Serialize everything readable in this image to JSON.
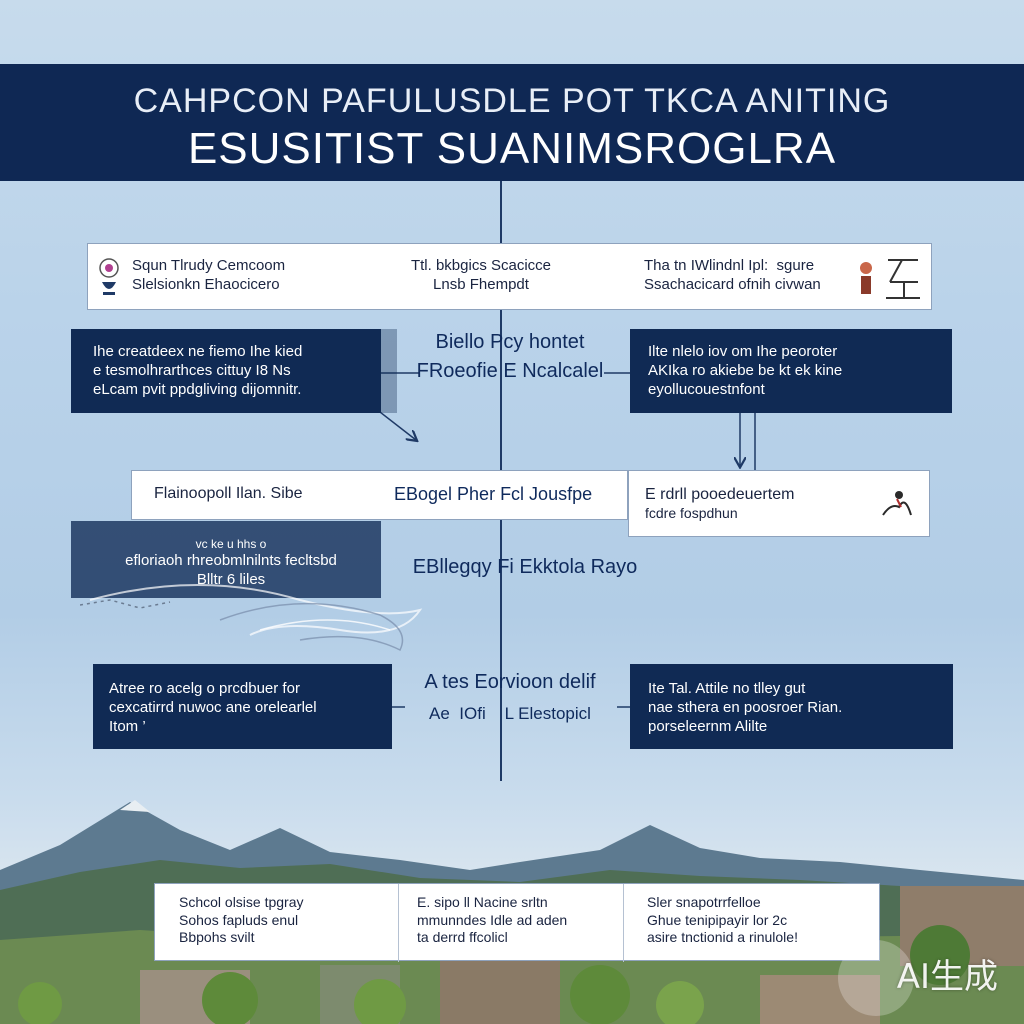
{
  "header": {
    "line1": "CAHPCON PAFULUSDLE POT TKCA ANITING",
    "line2": "ESUSITIST SUANIMSROGLRA"
  },
  "row1": {
    "left": [
      "Squn Tlrudy Cemcoom",
      "Slelsionkn Ehaocicero"
    ],
    "middle": [
      "Ttl. bkbgics Scacicce",
      "Lnsb Fhempdt"
    ],
    "right": [
      "Tha tn IWlindnl Ipl:  sgure",
      "Ssachacicard ofnih civwan"
    ]
  },
  "row2": {
    "left": [
      "Ihe creatdeex ne fiemo Ihe kied",
      "e tesmolhrarthces cittuy I8 Ns",
      "eLcam pvit ppdgliving dijomnitr."
    ],
    "center": [
      "Biello Pcy hontet",
      "FRoeofie E Ncalcalel"
    ],
    "right": [
      "Ilte nlelo iov om Ihe peoroter",
      "AKIka ro akiebe be kt ek kine",
      "eyollucouestnfont"
    ]
  },
  "row3": {
    "left": "Flainoopoll Ilan. Sibe",
    "center": "EBogel Pher  Fcl Jousfpe",
    "right": [
      "E rdrll pooedeuertem",
      "fcdre fospdhun"
    ]
  },
  "row4": {
    "left": [
      "vc ke u  hhs o",
      "efloriaoh rhreobmlnilnts fecltsbd",
      "Blltr 6 liles"
    ],
    "center": "EBllegqy Fi Ekktola Rayo"
  },
  "row5": {
    "left": [
      "Atree ro acelg o prcdbuer for",
      "cexcatirrd nuwoc ane orelearlel",
      "Itom ’"
    ],
    "center": [
      "A tes Eorvioon delif",
      "Ae  IOfi    L Elestopicl"
    ],
    "right": [
      "Ite Tal. Attile no  tlley gut",
      "nae sthera en poosroer Rian.",
      "porseleernm Alilte"
    ]
  },
  "row6": {
    "left": [
      "Schcol olsise tpgray",
      "Sohos  fapluds enul",
      "Bbpohs svilt"
    ],
    "middle": [
      "E. sipo ll Nacine srltn",
      "mmunndes Idle ad aden",
      "ta derrd ffcolicl"
    ],
    "right": [
      "Sler snapotrrfelloe",
      "Ghue tenipipayir lor 2c",
      "asire tnctionid a rinulole!"
    ]
  },
  "watermark": "AI生成",
  "colors": {
    "navy": "#0f2854",
    "box_border": "#8ea2bd",
    "spine": "#1f3a66"
  }
}
